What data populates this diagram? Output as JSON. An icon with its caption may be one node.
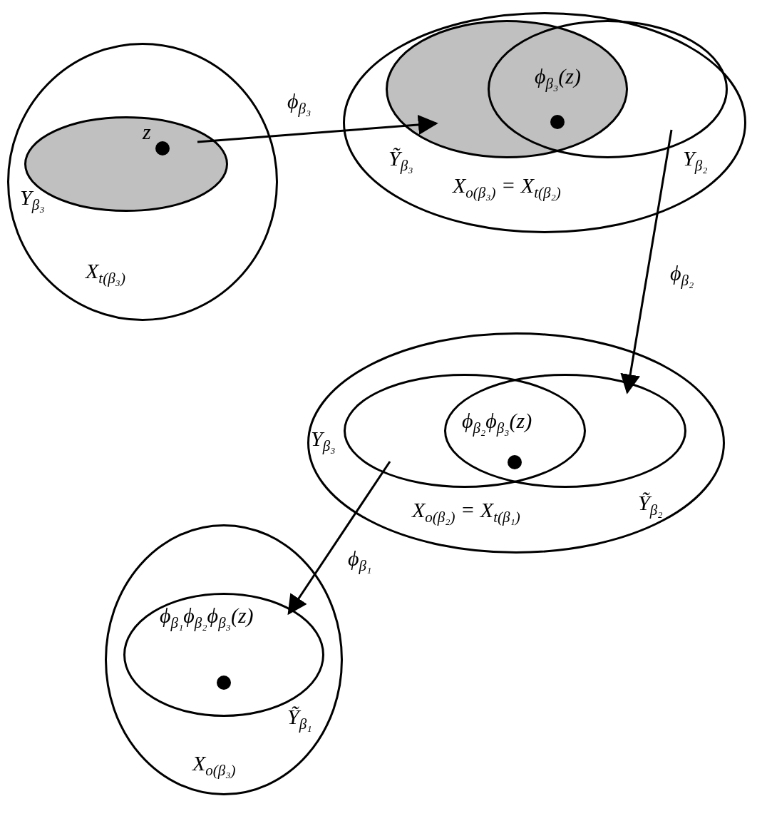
{
  "diagram": {
    "nodes": [
      {
        "text": [
          "X$_{t(β₃)}$"
        ]
      },
      {
        "text": [
          "Y$_{β₃}$"
        ],
        "in": 0
      },
      {
        "text": [
          "z"
        ],
        "in": 1
      },
      {
        "text": [
          "X$_{o(β₃)}$ = X$_{t(β₂)}$"
        ]
      },
      {
        "text": [
          "Ỹ$_{β₃}$"
        ],
        "in": 3
      },
      {
        "text": [
          "Y$_{β₂}$"
        ],
        "in": 3
      },
      {
        "text": [
          "ϕ$_{β₃}$(z)"
        ]
      },
      {
        "text": [
          "X$_{o(β₂)}$ = X$_{t(β₁)}$"
        ]
      },
      {
        "text": [
          "Y$_{β₃}$"
        ],
        "in": 7
      },
      {
        "text": [
          "Ỹ$_{β₂}$"
        ],
        "in": 7
      },
      {
        "text": [
          "ϕ$_{β₂}$ϕ$_{β₃}$(z)"
        ]
      },
      {
        "text": [
          "X$_{o(β₃)}$"
        ]
      },
      {
        "text": [
          "Ỹ$_{β₁}$"
        ],
        "in": 11
      },
      {
        "text": [
          "ϕ$_{β₁}$ϕ$_{β₂}$ϕ$_{β₃}$(z)"
        ],
        "in": 12
      }
    ],
    "edges": [
      {
        "from": 2,
        "to": 4,
        "arrow": "to",
        "label": "ϕ$_{β₃}$"
      },
      {
        "from": 5,
        "to": 9,
        "arrow": "to",
        "label": "ϕ$_{β₂}$"
      },
      {
        "from": 8,
        "to": 12,
        "arrow": "to",
        "label": "ϕ$_{β₁}$"
      }
    ]
  }
}
